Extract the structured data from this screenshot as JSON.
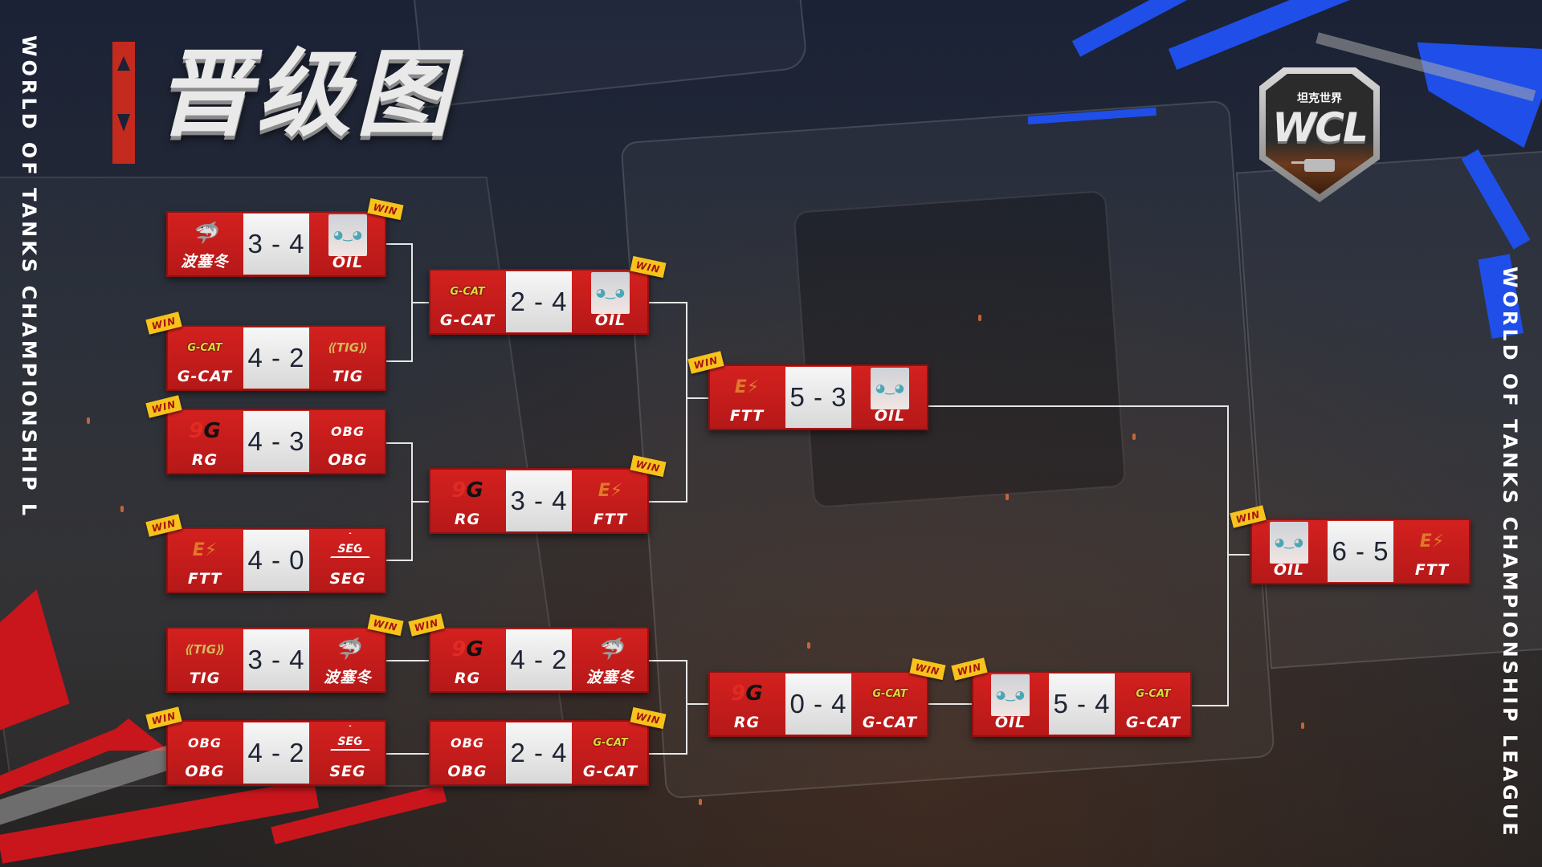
{
  "page": {
    "title": "晋级图",
    "side_text_left": "WORLD OF TANKS CHAMPIONSHIP L",
    "side_text_right": "WORLD OF TANKS CHAMPIONSHIP LEAGUE",
    "logo": {
      "cn": "坦克世界",
      "abbr": "WCL"
    },
    "win_label": "WIN"
  },
  "colors": {
    "match_bg": "#c81d1c",
    "score_bg": "#ececec",
    "win_badge": "#f6c21c",
    "win_text": "#a3140f",
    "accent_blue": "#1f4fe8",
    "connector": "#e6e6e6"
  },
  "bracket": {
    "round1": [
      {
        "left": {
          "name": "波塞冬",
          "logo": "shark-logo"
        },
        "score": "3 - 4",
        "right": {
          "name": "OIL",
          "logo": "anime-cat-girl-logo"
        },
        "winner": "right"
      },
      {
        "left": {
          "name": "G-CAT",
          "logo": "gcat-logo"
        },
        "score": "4 - 2",
        "right": {
          "name": "TIG",
          "logo": "tig-wings-logo"
        },
        "winner": "left"
      },
      {
        "left": {
          "name": "RG",
          "logo": "rg-logo"
        },
        "score": "4 - 3",
        "right": {
          "name": "OBG",
          "logo": "obg-logo"
        },
        "winner": "left"
      },
      {
        "left": {
          "name": "FTT",
          "logo": "ftt-logo"
        },
        "score": "4 - 0",
        "right": {
          "name": "SEG",
          "logo": "seg-logo"
        },
        "winner": "left"
      },
      {
        "left": {
          "name": "TIG",
          "logo": "tig-wings-logo"
        },
        "score": "3 - 4",
        "right": {
          "name": "波塞冬",
          "logo": "shark-logo"
        },
        "winner": "right"
      },
      {
        "left": {
          "name": "OBG",
          "logo": "obg-logo"
        },
        "score": "4 - 2",
        "right": {
          "name": "SEG",
          "logo": "seg-logo"
        },
        "winner": "left"
      }
    ],
    "round2": [
      {
        "left": {
          "name": "G-CAT",
          "logo": "gcat-logo"
        },
        "score": "2 - 4",
        "right": {
          "name": "OIL",
          "logo": "anime-cat-girl-logo"
        },
        "winner": "right"
      },
      {
        "left": {
          "name": "RG",
          "logo": "rg-logo"
        },
        "score": "3 - 4",
        "right": {
          "name": "FTT",
          "logo": "ftt-logo"
        },
        "winner": "right"
      },
      {
        "left": {
          "name": "RG",
          "logo": "rg-logo"
        },
        "score": "4 - 2",
        "right": {
          "name": "波塞冬",
          "logo": "shark-logo"
        },
        "winner": "left"
      },
      {
        "left": {
          "name": "OBG",
          "logo": "obg-logo"
        },
        "score": "2 - 4",
        "right": {
          "name": "G-CAT",
          "logo": "gcat-logo"
        },
        "winner": "right"
      }
    ],
    "upper_final": {
      "left": {
        "name": "FTT",
        "logo": "ftt-logo"
      },
      "score": "5 - 3",
      "right": {
        "name": "OIL",
        "logo": "anime-cat-girl-logo"
      },
      "winner": "left"
    },
    "lower_semi": {
      "left": {
        "name": "RG",
        "logo": "rg-logo"
      },
      "score": "0 - 4",
      "right": {
        "name": "G-CAT",
        "logo": "gcat-logo"
      },
      "winner": "right"
    },
    "lower_final": {
      "left": {
        "name": "OIL",
        "logo": "anime-cat-girl-logo"
      },
      "score": "5 - 4",
      "right": {
        "name": "G-CAT",
        "logo": "gcat-logo"
      },
      "winner": "left"
    },
    "grand_final": {
      "left": {
        "name": "OIL",
        "logo": "anime-cat-girl-logo"
      },
      "score": "6 - 5",
      "right": {
        "name": "FTT",
        "logo": "ftt-logo"
      },
      "winner": "left"
    }
  },
  "logo_glyphs": {
    "shark": "🦈",
    "oil": "◕‿◕",
    "gcat": "G-CAT",
    "tig": "⟪TIG⟫",
    "rg_r": "9",
    "rg_g": "G",
    "obg": "OBG",
    "ftt": "E⚡",
    "seg": "SEG"
  }
}
